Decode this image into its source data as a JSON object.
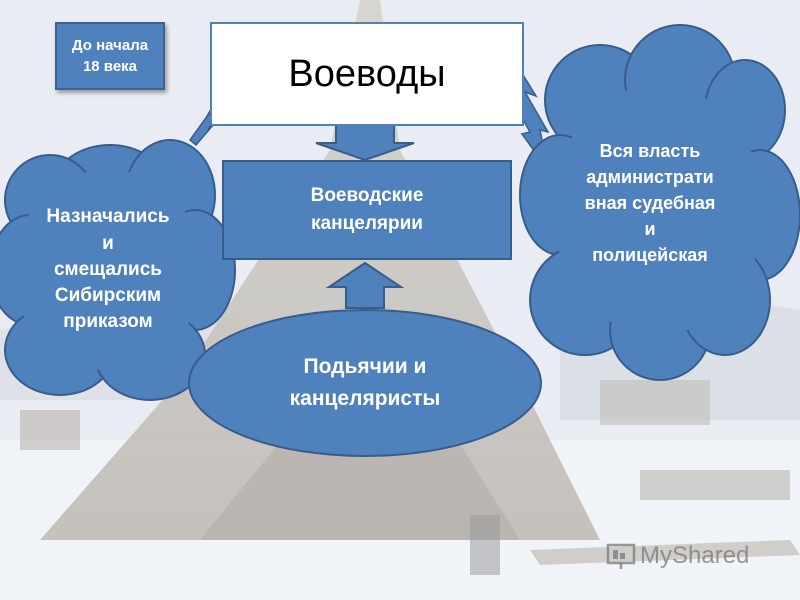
{
  "diagram": {
    "tag": {
      "line1": "До начала",
      "line2": "18 века"
    },
    "top_box": {
      "label": "Воеводы"
    },
    "middle_box": {
      "line1": "Воеводские",
      "line2": "канцелярии"
    },
    "left_cloud": {
      "lines": [
        "Назначались",
        "и",
        "смещались",
        "Сибирским",
        "приказом"
      ]
    },
    "right_cloud": {
      "lines": [
        "Вся власть",
        "администрати",
        "вная судебная",
        "и",
        "полицейская"
      ]
    },
    "bottom_oval": {
      "line1": "Подьячии и",
      "line2": "канцеляристы"
    }
  },
  "watermark": {
    "text": "MyShared"
  },
  "colors": {
    "shape_fill": "#4f81bd",
    "shape_stroke": "#385d8a",
    "box_fill": "#ffffff"
  }
}
